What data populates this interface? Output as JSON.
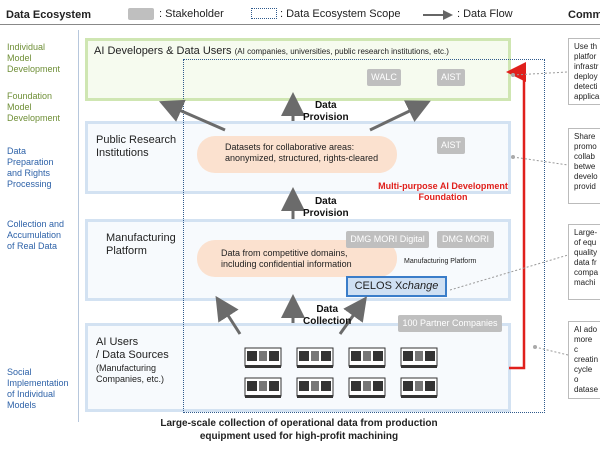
{
  "header": {
    "title": "Data Ecosystem",
    "comments_title": "Comm"
  },
  "legend": {
    "stakeholder": ": Stakeholder",
    "scope": ": Data Ecosystem Scope",
    "flow": ": Data Flow"
  },
  "sidebar": {
    "items": [
      {
        "label": "Individual\nModel\nDevelopment",
        "color": "#6f8f37"
      },
      {
        "label": "Foundation\nModel\nDevelopment",
        "color": "#6f8f37"
      },
      {
        "label": "Data\nPreparation\nand Rights\nProcessing",
        "color": "#2e62a8"
      },
      {
        "label": "Collection and\nAccumulation\nof Real Data",
        "color": "#2e62a8"
      },
      {
        "label": "Social\nImplementation\nof Individual\nModels",
        "color": "#2e62a8"
      }
    ]
  },
  "layers": {
    "ai_developers": {
      "title": "AI Developers & Data Users",
      "subtitle": "(AI companies, universities, public research institutions, etc.)",
      "chips": [
        "WALC",
        "AIST"
      ]
    },
    "public_research": {
      "title": "Public Research\nInstitutions",
      "pill": "Datasets for collaborative areas:\nanonymized, structured, rights-cleared",
      "chip": "AIST"
    },
    "manufacturing": {
      "title": "Manufacturing\nPlatform",
      "pill": "Data from competitive domains,\nincluding confidential information",
      "chips": [
        "DMG MORI Digital",
        "DMG MORI"
      ],
      "platform_label": "Manufacturing Platform",
      "celos_prefix": "CELOS X",
      "celos_suffix": "change"
    },
    "ai_users": {
      "title": "AI Users\n/ Data Sources",
      "subtitle": "(Manufacturing\nCompanies, etc.)",
      "partner_chip": "100 Partner Companies"
    }
  },
  "flows": {
    "provision_top": "Data\nProvision",
    "provision_mid": "Data\nProvision",
    "collection": "Data\nCollection"
  },
  "foundation_label": "Multi-purpose AI Development\nFoundation",
  "caption": "Large-scale collection of operational data from production\nequipment used for high-profit machining",
  "comments": [
    "Use th\nplatfor\ninfrastr\ndeploy\ndetecti\napplica",
    "Share\npromo\ncollab\nbetwe\ndevelo\nprovid",
    "Large-\nof equ\nquality\ndata fr\ncompa\nmachi",
    "AI ado\nmore c\ncreatin\ncycle o\ndatase"
  ],
  "colors": {
    "green_border": "#cfe6b2",
    "blue_border": "#d3e2f2",
    "scope_border": "#2f5a8c",
    "red": "#e0201c",
    "orange_pill": "#fbe1cf",
    "gray_chip": "#bfbfbf",
    "celos_fill": "#cfe0f3",
    "celos_border": "#3a7dc9"
  }
}
